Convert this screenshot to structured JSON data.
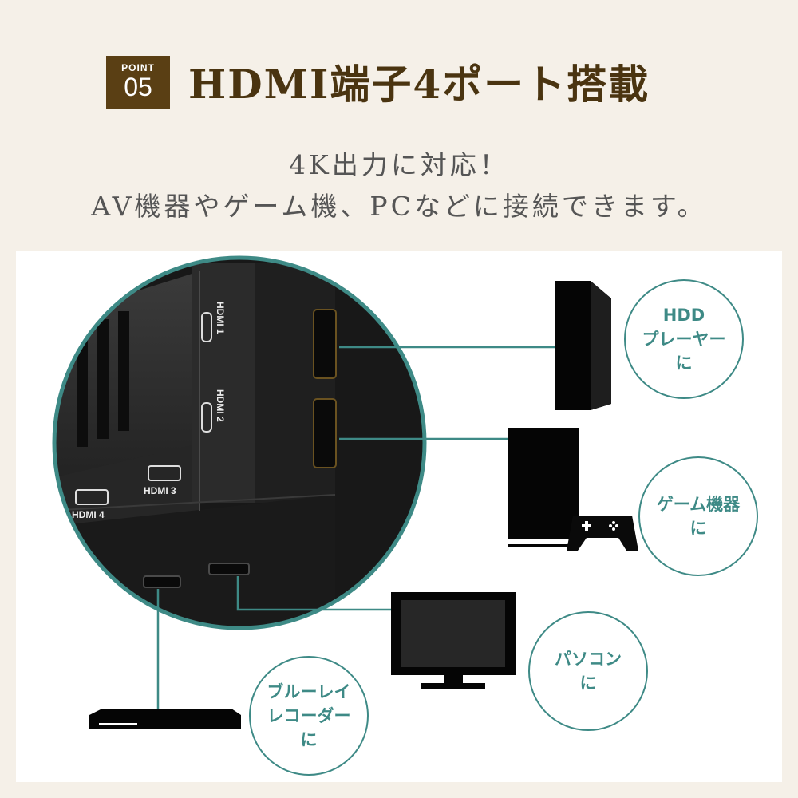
{
  "badge": {
    "label": "POINT",
    "number": "05"
  },
  "title": "HDMI端子4ポート搭載",
  "subtitle_line1": "4K出力に対応！",
  "subtitle_line2": "AV機器やゲーム機、PCなどに接続できます。",
  "ports": [
    "HDMI 1",
    "HDMI 2",
    "HDMI 3",
    "HDMI 4"
  ],
  "callouts": {
    "hdd": [
      "HDD",
      "プレーヤー",
      "に"
    ],
    "game": [
      "ゲーム機器",
      "に"
    ],
    "pc": [
      "パソコン",
      "に"
    ],
    "bluray": [
      "ブルーレイ",
      "レコーダー",
      "に"
    ]
  },
  "colors": {
    "brown": "#5a3f14",
    "teal": "#3e8a86",
    "background": "#f5f0e8"
  }
}
